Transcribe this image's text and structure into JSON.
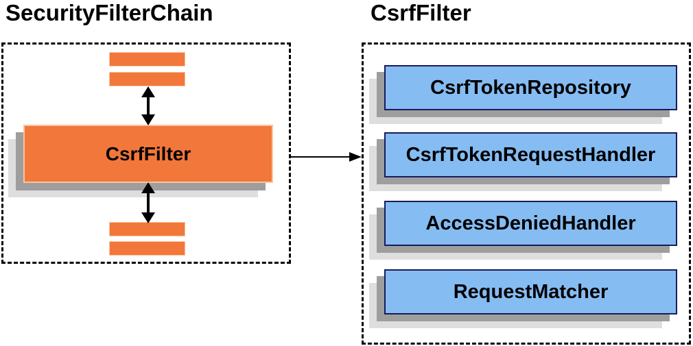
{
  "diagram": {
    "left_panel": {
      "title": "SecurityFilterChain",
      "filter_box_label": "CsrfFilter",
      "placeholder_bar_count": 4
    },
    "right_panel": {
      "title": "CsrfFilter",
      "components": [
        {
          "label": "CsrfTokenRepository"
        },
        {
          "label": "CsrfTokenRequestHandler"
        },
        {
          "label": "AccessDeniedHandler"
        },
        {
          "label": "RequestMatcher"
        }
      ]
    },
    "icons": {
      "vertical_connectors": "double-arrow-icon",
      "panel_connector": "arrow-right-icon"
    },
    "colors": {
      "orange_fill": "#F2773B",
      "orange_border": "#FAC49C",
      "blue_fill": "#85BCF2",
      "blue_border": "#1A1A5E",
      "shadow_dark": "#9E9E9E",
      "shadow_light": "#DEDEDE",
      "line": "#000000"
    }
  }
}
